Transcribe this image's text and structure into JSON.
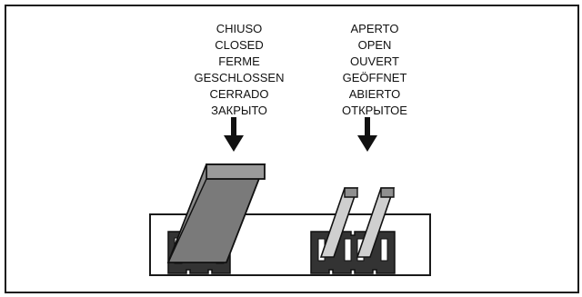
{
  "closed_labels": [
    "CHIUSO",
    "CLOSED",
    "FERME",
    "GESCHLOSSEN",
    "CERRADO",
    "ЗАКРЫТО"
  ],
  "open_labels": [
    "APERTO",
    "OPEN",
    "OUVERT",
    "GEÖFFNET",
    "ABIERTO",
    "ОТКРЫТОЕ"
  ],
  "colors": {
    "frame": "#1a1a1a",
    "jumper_cap_side": "#7a7a7a",
    "jumper_cap_top": "#a8a8a8",
    "open_cap_side": "#c8c8c8",
    "open_cap_top": "#8f8f8f",
    "header_block": "#333333",
    "pins": "#ffffff"
  }
}
